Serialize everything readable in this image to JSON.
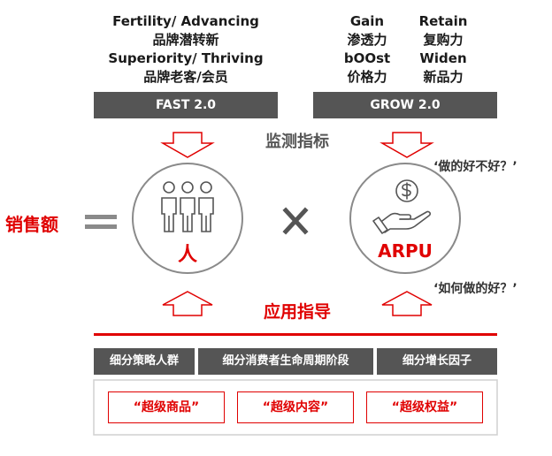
{
  "top_left": {
    "line1": "Fertility/ Advancing",
    "line2": "品牌潜转新",
    "line3": "Superiority/ Thriving",
    "line4": "品牌老客/会员",
    "bar_label": "FAST 2.0"
  },
  "top_right": {
    "col1": [
      "Gain",
      "渗透力",
      "bOOst",
      "价格力"
    ],
    "col2": [
      "Retain",
      "复购力",
      "Widen",
      "新品力"
    ],
    "bar_label": "GROW 2.0"
  },
  "monitor_label": "监测指标",
  "question_top": "‘做的好不好？’",
  "question_bottom": "‘如何做的好？’",
  "sales_label": "销售额",
  "equals_sign": "=",
  "times_sign": "×",
  "circle_people_label": "人",
  "circle_arpu_label": "ARPU",
  "apply_label": "应用指导",
  "segments": [
    "细分策略人群",
    "细分消费者生命周期阶段",
    "细分增长因子"
  ],
  "pills": [
    "“超级商品”",
    "“超级内容”",
    "“超级权益”"
  ],
  "colors": {
    "accent_red": "#e00000",
    "dark_gray": "#555555",
    "outline": "#8a8a8a"
  }
}
